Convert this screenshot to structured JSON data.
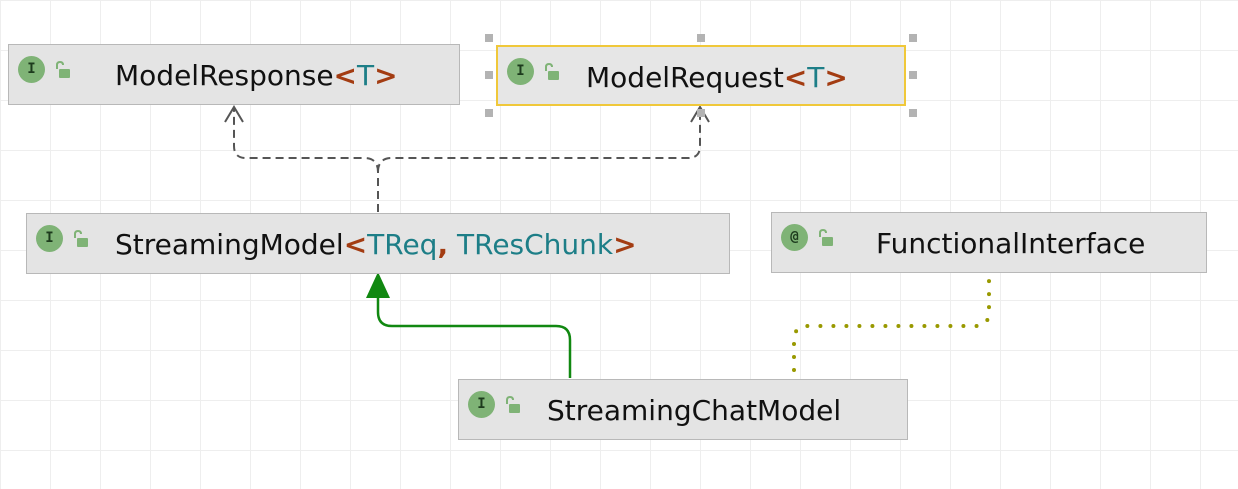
{
  "diagram": {
    "nodes": {
      "model_response": {
        "badge": "I",
        "name": "ModelResponse",
        "open": "<",
        "params": [
          "T"
        ],
        "close": ">"
      },
      "model_request": {
        "badge": "I",
        "name": "ModelRequest",
        "open": "<",
        "params": [
          "T"
        ],
        "close": ">"
      },
      "streaming_model": {
        "badge": "I",
        "name": "StreamingModel",
        "open": "<",
        "params": [
          "TReq",
          "TResChunk"
        ],
        "separator": ",",
        "close": ">"
      },
      "functional_interface": {
        "badge": "@",
        "name": "FunctionalInterface"
      },
      "streaming_chat_model": {
        "badge": "I",
        "name": "StreamingChatModel"
      }
    },
    "edges": [
      {
        "from": "StreamingModel",
        "to": "ModelResponse",
        "kind": "realization",
        "style": "dashed"
      },
      {
        "from": "StreamingModel",
        "to": "ModelRequest",
        "kind": "realization",
        "style": "dashed"
      },
      {
        "from": "StreamingChatModel",
        "to": "StreamingModel",
        "kind": "generalization",
        "style": "solid"
      },
      {
        "from": "StreamingChatModel",
        "to": "FunctionalInterface",
        "kind": "annotation",
        "style": "dotted"
      }
    ],
    "selected": "ModelRequest",
    "colors": {
      "badge": "#7fb376",
      "lock": "#7fb376",
      "generic_param": "#1d7e87",
      "bracket": "#a33c12",
      "selection": "#f0c83a",
      "dashed_edge": "#555555",
      "generalization_edge": "#118811",
      "annotation_edge": "#999900"
    }
  }
}
